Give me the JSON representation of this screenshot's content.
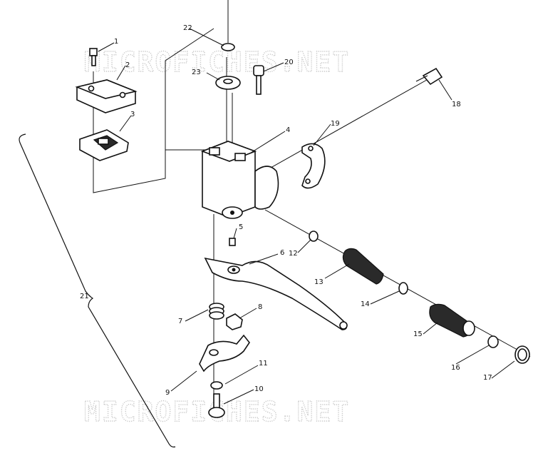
{
  "watermark": {
    "top_text": "MICROFICHES.NET",
    "bottom_text": "MICROFICHES.NET"
  },
  "callouts": {
    "c1": "1",
    "c2": "2",
    "c3": "3",
    "c4": "4",
    "c5": "5",
    "c6": "6",
    "c7": "7",
    "c8": "8",
    "c9": "9",
    "c10": "10",
    "c11": "11",
    "c12": "12",
    "c13": "13",
    "c14": "14",
    "c15": "15",
    "c16": "16",
    "c17": "17",
    "c18": "18",
    "c19": "19",
    "c20": "20",
    "c21": "21",
    "c22": "22",
    "c23": "23"
  }
}
